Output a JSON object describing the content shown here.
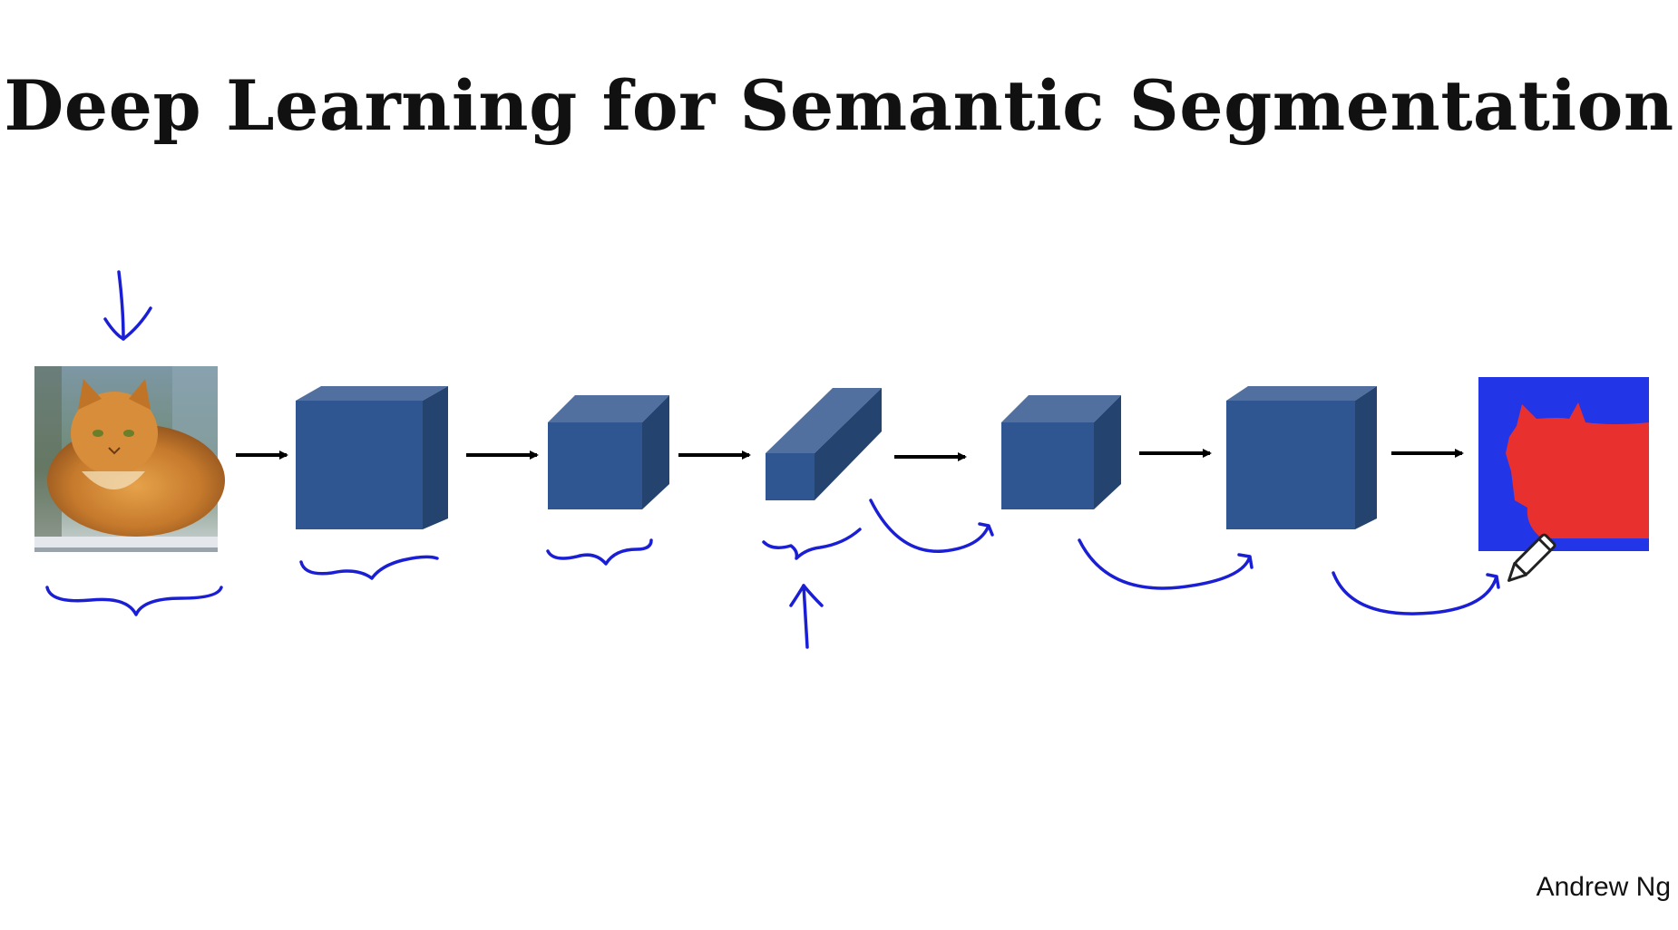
{
  "slide": {
    "title": "Deep Learning for Semantic Segmentation",
    "author": "Andrew Ng"
  },
  "diagram": {
    "colors": {
      "block_front": "#2f5690",
      "block_top": "#52709f",
      "block_side": "#24436f",
      "arrow": "#000000",
      "ink": "#1a1fd6",
      "mask_bg": "#2236e8",
      "mask_fg": "#e8312f"
    },
    "input_image": "cat photo (input)",
    "output_image": "segmentation mask (output)",
    "blocks": 5,
    "icons": [
      "pencil-cursor-icon"
    ]
  }
}
